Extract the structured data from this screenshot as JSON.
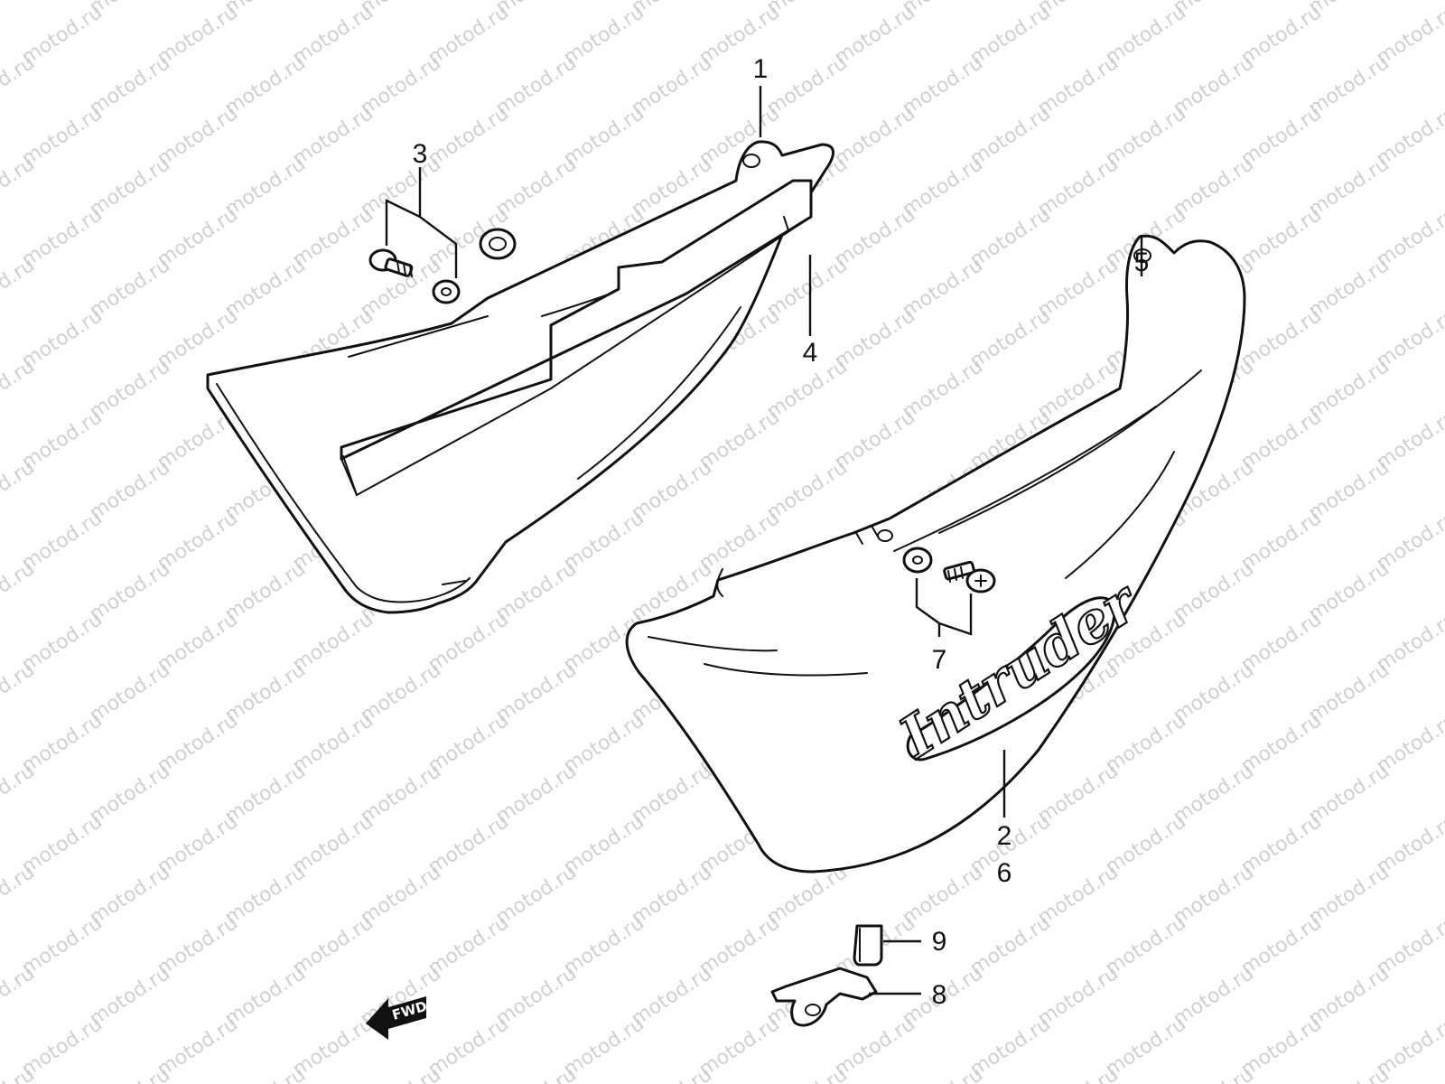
{
  "watermark": {
    "text": "motod.ru",
    "color": "#d0d0d0"
  },
  "callouts": {
    "c1": "1",
    "c2": "2",
    "c3": "3",
    "c4": "4",
    "c5": "5",
    "c6": "6",
    "c7": "7",
    "c8": "8",
    "c9": "9"
  },
  "forward_arrow": {
    "label": "FWD"
  },
  "emblem": {
    "text": "Intruder"
  },
  "line_color": "#111111"
}
